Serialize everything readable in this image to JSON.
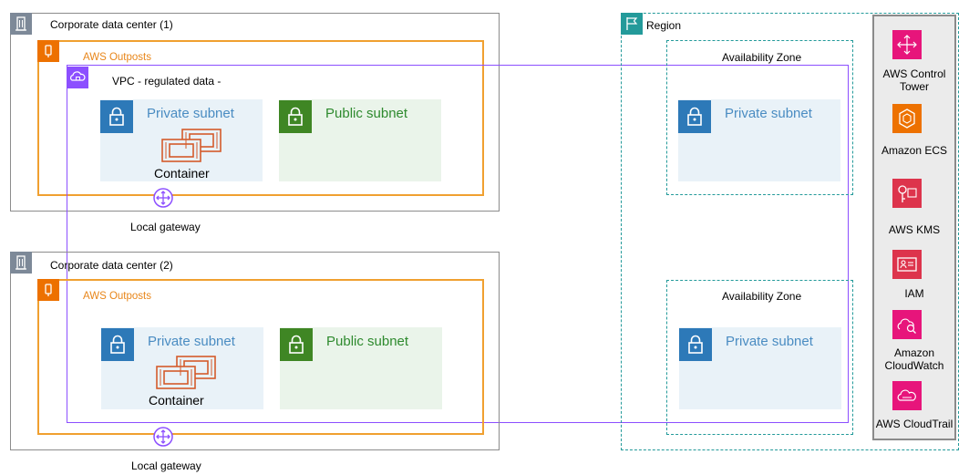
{
  "corporate_dc_1": {
    "title": "Corporate data center (1)"
  },
  "corporate_dc_2": {
    "title": "Corporate data center (2)"
  },
  "outposts_1": {
    "title": "AWS Outposts"
  },
  "outposts_2": {
    "title": "AWS Outposts"
  },
  "vpc": {
    "title": "VPC  - regulated data -"
  },
  "dc1_subnets": {
    "private": "Private subnet",
    "public": "Public subnet",
    "container": "Container"
  },
  "dc2_subnets": {
    "private": "Private subnet",
    "public": "Public subnet",
    "container": "Container"
  },
  "local_gateway_1": "Local gateway",
  "local_gateway_2": "Local gateway",
  "region": {
    "title": "Region",
    "az_1": {
      "title": "Availability Zone",
      "subnet": "Private subnet"
    },
    "az_2": {
      "title": "Availability Zone",
      "subnet": "Private subnet"
    }
  },
  "services": [
    {
      "label": "AWS Control Tower",
      "icon": "control-tower-icon",
      "color": "#e7157b"
    },
    {
      "label": "Amazon ECS",
      "icon": "ecs-icon",
      "color": "#ed7100"
    },
    {
      "label": "AWS KMS",
      "icon": "kms-icon",
      "color": "#dd344c"
    },
    {
      "label": "IAM",
      "icon": "iam-icon",
      "color": "#dd344c"
    },
    {
      "label": "Amazon CloudWatch",
      "icon": "cloudwatch-icon",
      "color": "#e7157b"
    },
    {
      "label": "AWS CloudTrail",
      "icon": "cloudtrail-icon",
      "color": "#e7157b"
    }
  ],
  "colors": {
    "outposts": "#f0a030",
    "vpc": "#8c4fff",
    "region": "#239a9a",
    "private_subnet": "#4a8cc2",
    "public_subnet": "#2e8a2e",
    "corporate": "#8c8c8c"
  }
}
